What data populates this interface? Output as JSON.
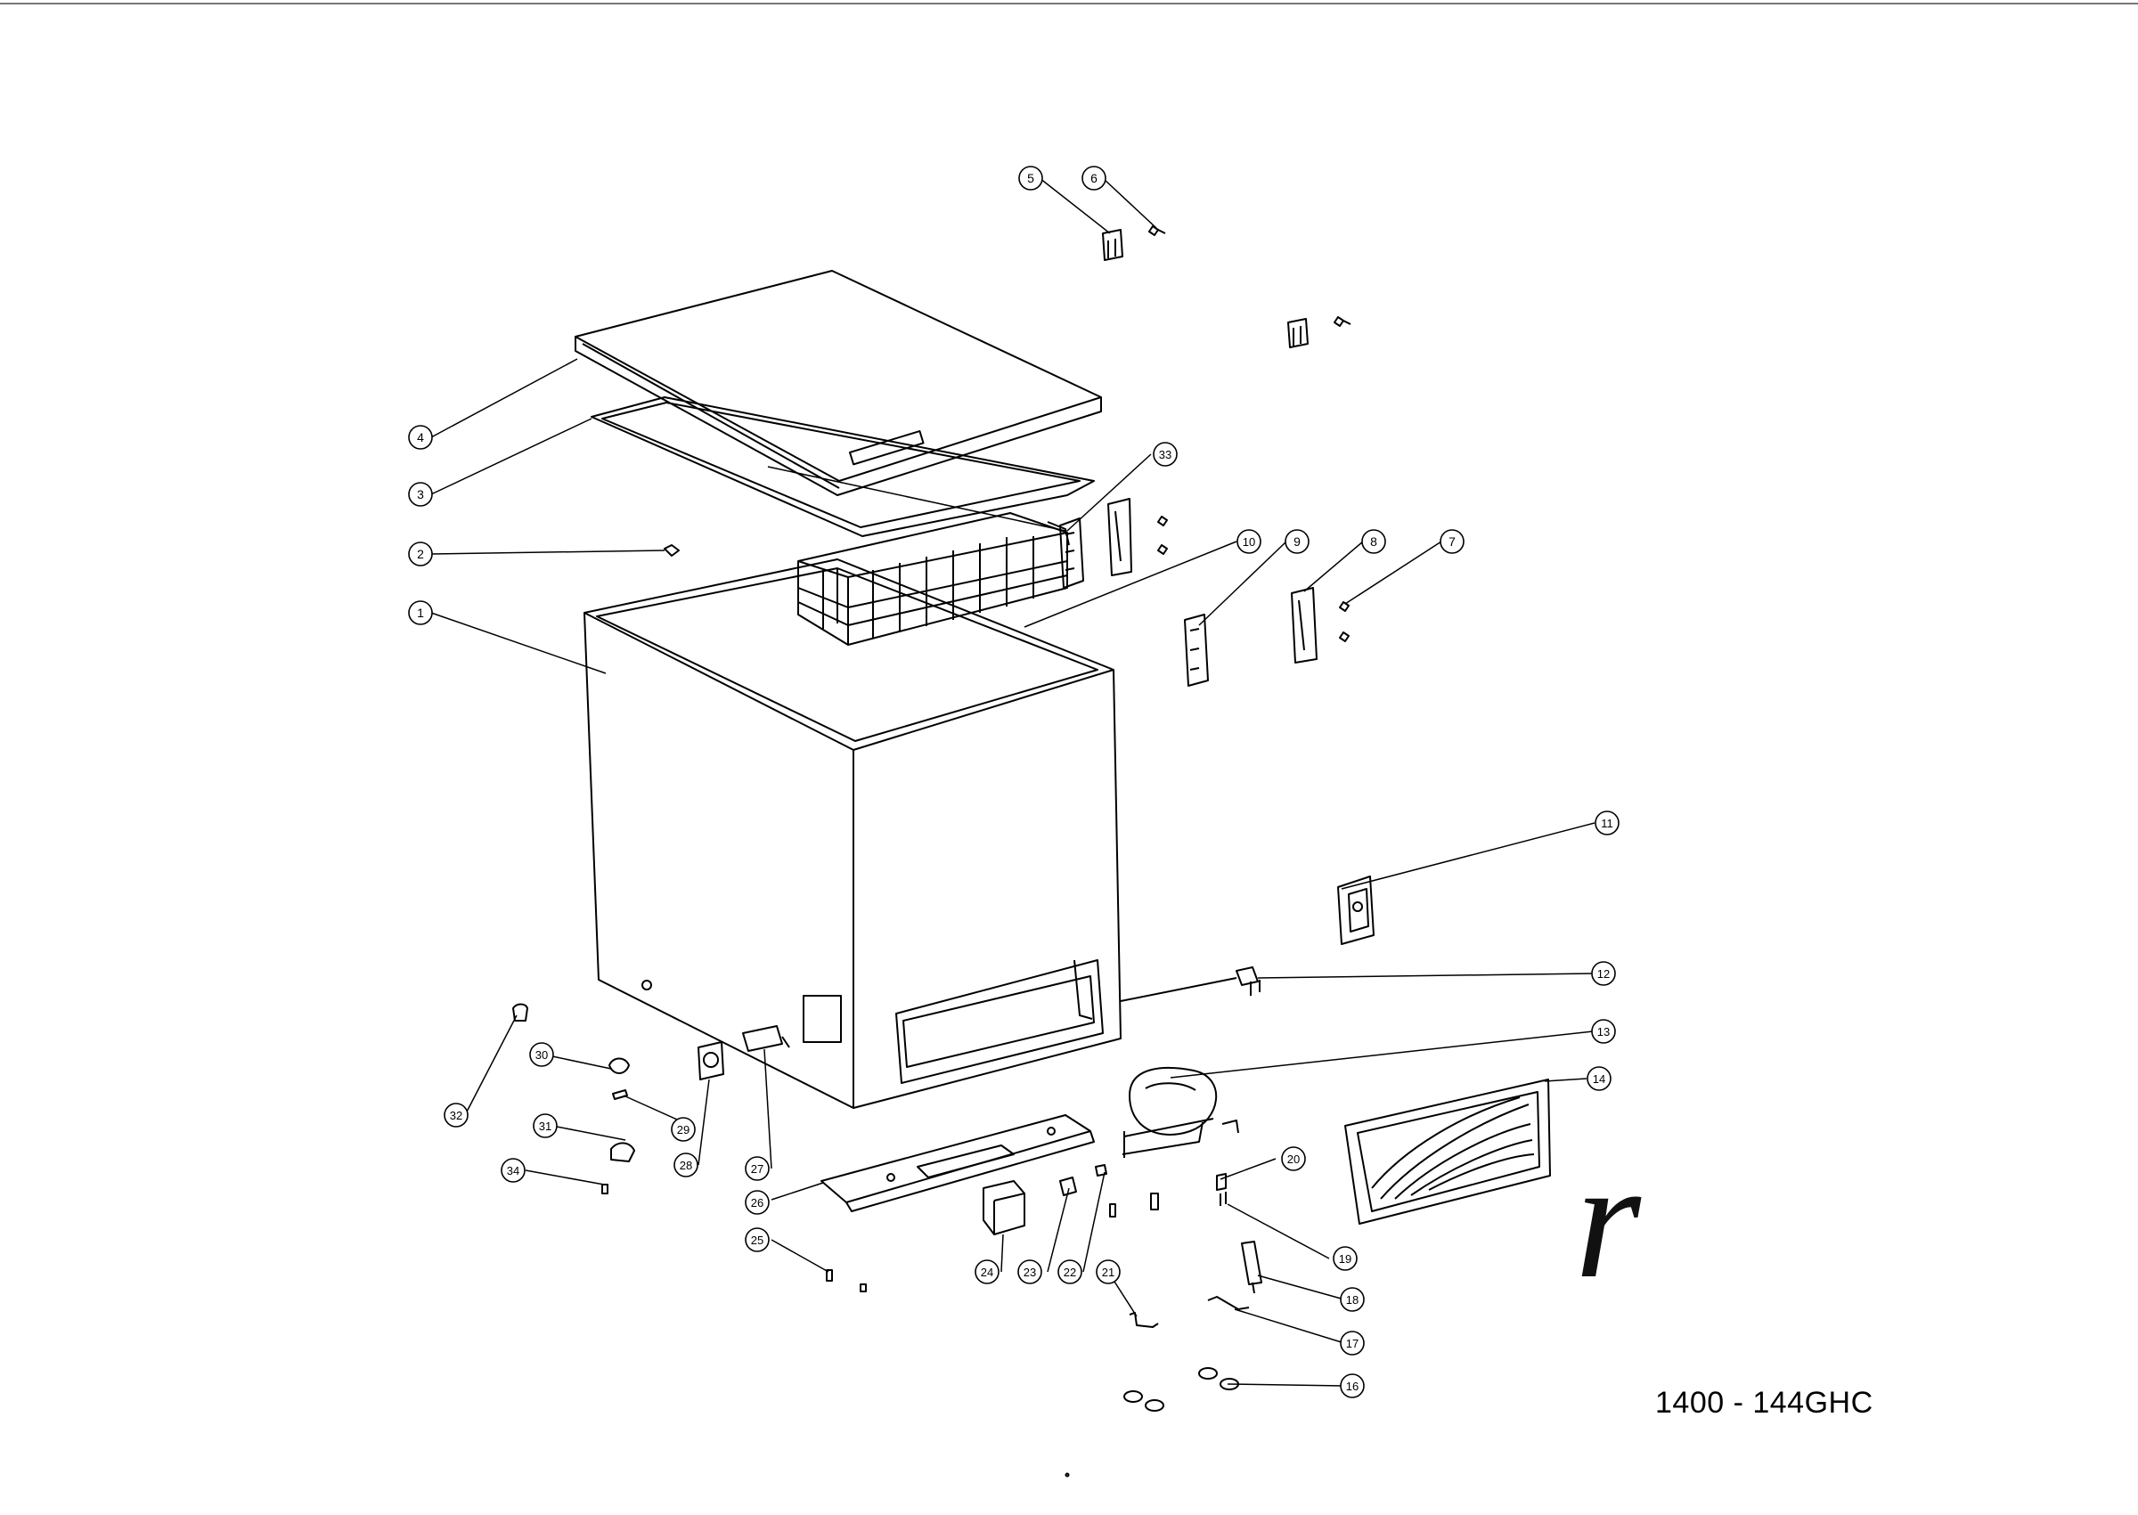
{
  "drawing": {
    "model_code": "1400 - 144GHC",
    "logo_mark": "r",
    "stroke_color": "#000000",
    "background_color": "#ffffff"
  },
  "callouts": [
    {
      "id": "1",
      "label": "1"
    },
    {
      "id": "2",
      "label": "2"
    },
    {
      "id": "3",
      "label": "3"
    },
    {
      "id": "4",
      "label": "4"
    },
    {
      "id": "5",
      "label": "5"
    },
    {
      "id": "6",
      "label": "6"
    },
    {
      "id": "7",
      "label": "7"
    },
    {
      "id": "8",
      "label": "8"
    },
    {
      "id": "9",
      "label": "9"
    },
    {
      "id": "10",
      "label": "10"
    },
    {
      "id": "11",
      "label": "11"
    },
    {
      "id": "12",
      "label": "12"
    },
    {
      "id": "13",
      "label": "13"
    },
    {
      "id": "14",
      "label": "14"
    },
    {
      "id": "16",
      "label": "16"
    },
    {
      "id": "17",
      "label": "17"
    },
    {
      "id": "18",
      "label": "18"
    },
    {
      "id": "19",
      "label": "19"
    },
    {
      "id": "20",
      "label": "20"
    },
    {
      "id": "21",
      "label": "21"
    },
    {
      "id": "22",
      "label": "22"
    },
    {
      "id": "23",
      "label": "23"
    },
    {
      "id": "24",
      "label": "24"
    },
    {
      "id": "25",
      "label": "25"
    },
    {
      "id": "26",
      "label": "26"
    },
    {
      "id": "27",
      "label": "27"
    },
    {
      "id": "28",
      "label": "28"
    },
    {
      "id": "29",
      "label": "29"
    },
    {
      "id": "30",
      "label": "30"
    },
    {
      "id": "31",
      "label": "31"
    },
    {
      "id": "32",
      "label": "32"
    },
    {
      "id": "33",
      "label": "33"
    },
    {
      "id": "34",
      "label": "34"
    }
  ]
}
